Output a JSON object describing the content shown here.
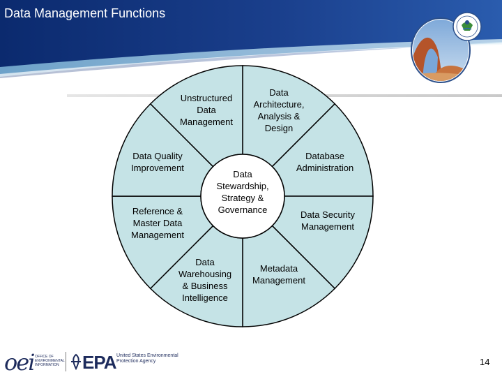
{
  "title": "Data Management Functions",
  "colors": {
    "header_dark": "#0b2a6e",
    "header_mid": "#1f4fa3",
    "swoosh": "#3b8d3a",
    "segment_fill": "#c5e3e6",
    "segment_stroke": "#000000"
  },
  "wheel": {
    "center": "Data\nStewardship,\nStrategy &\nGovernance",
    "segments": [
      "Data\nArchitecture,\nAnalysis &\nDesign",
      "Database\nAdministration",
      "Data Security\nManagement",
      "Metadata\nManagement",
      "Data\nWarehousing\n& Business\nIntelligence",
      "Reference &\nMaster Data\nManagement",
      "Data Quality\nImprovement",
      "Unstructured\nData\nManagement"
    ]
  },
  "footer": {
    "oei": "oei",
    "oei_sub": "OFFICE OF ENVIRONMENTAL INFORMATION",
    "epa": "EPA",
    "epa_sub": "United States Environmental Protection Agency",
    "page_number": "14"
  }
}
